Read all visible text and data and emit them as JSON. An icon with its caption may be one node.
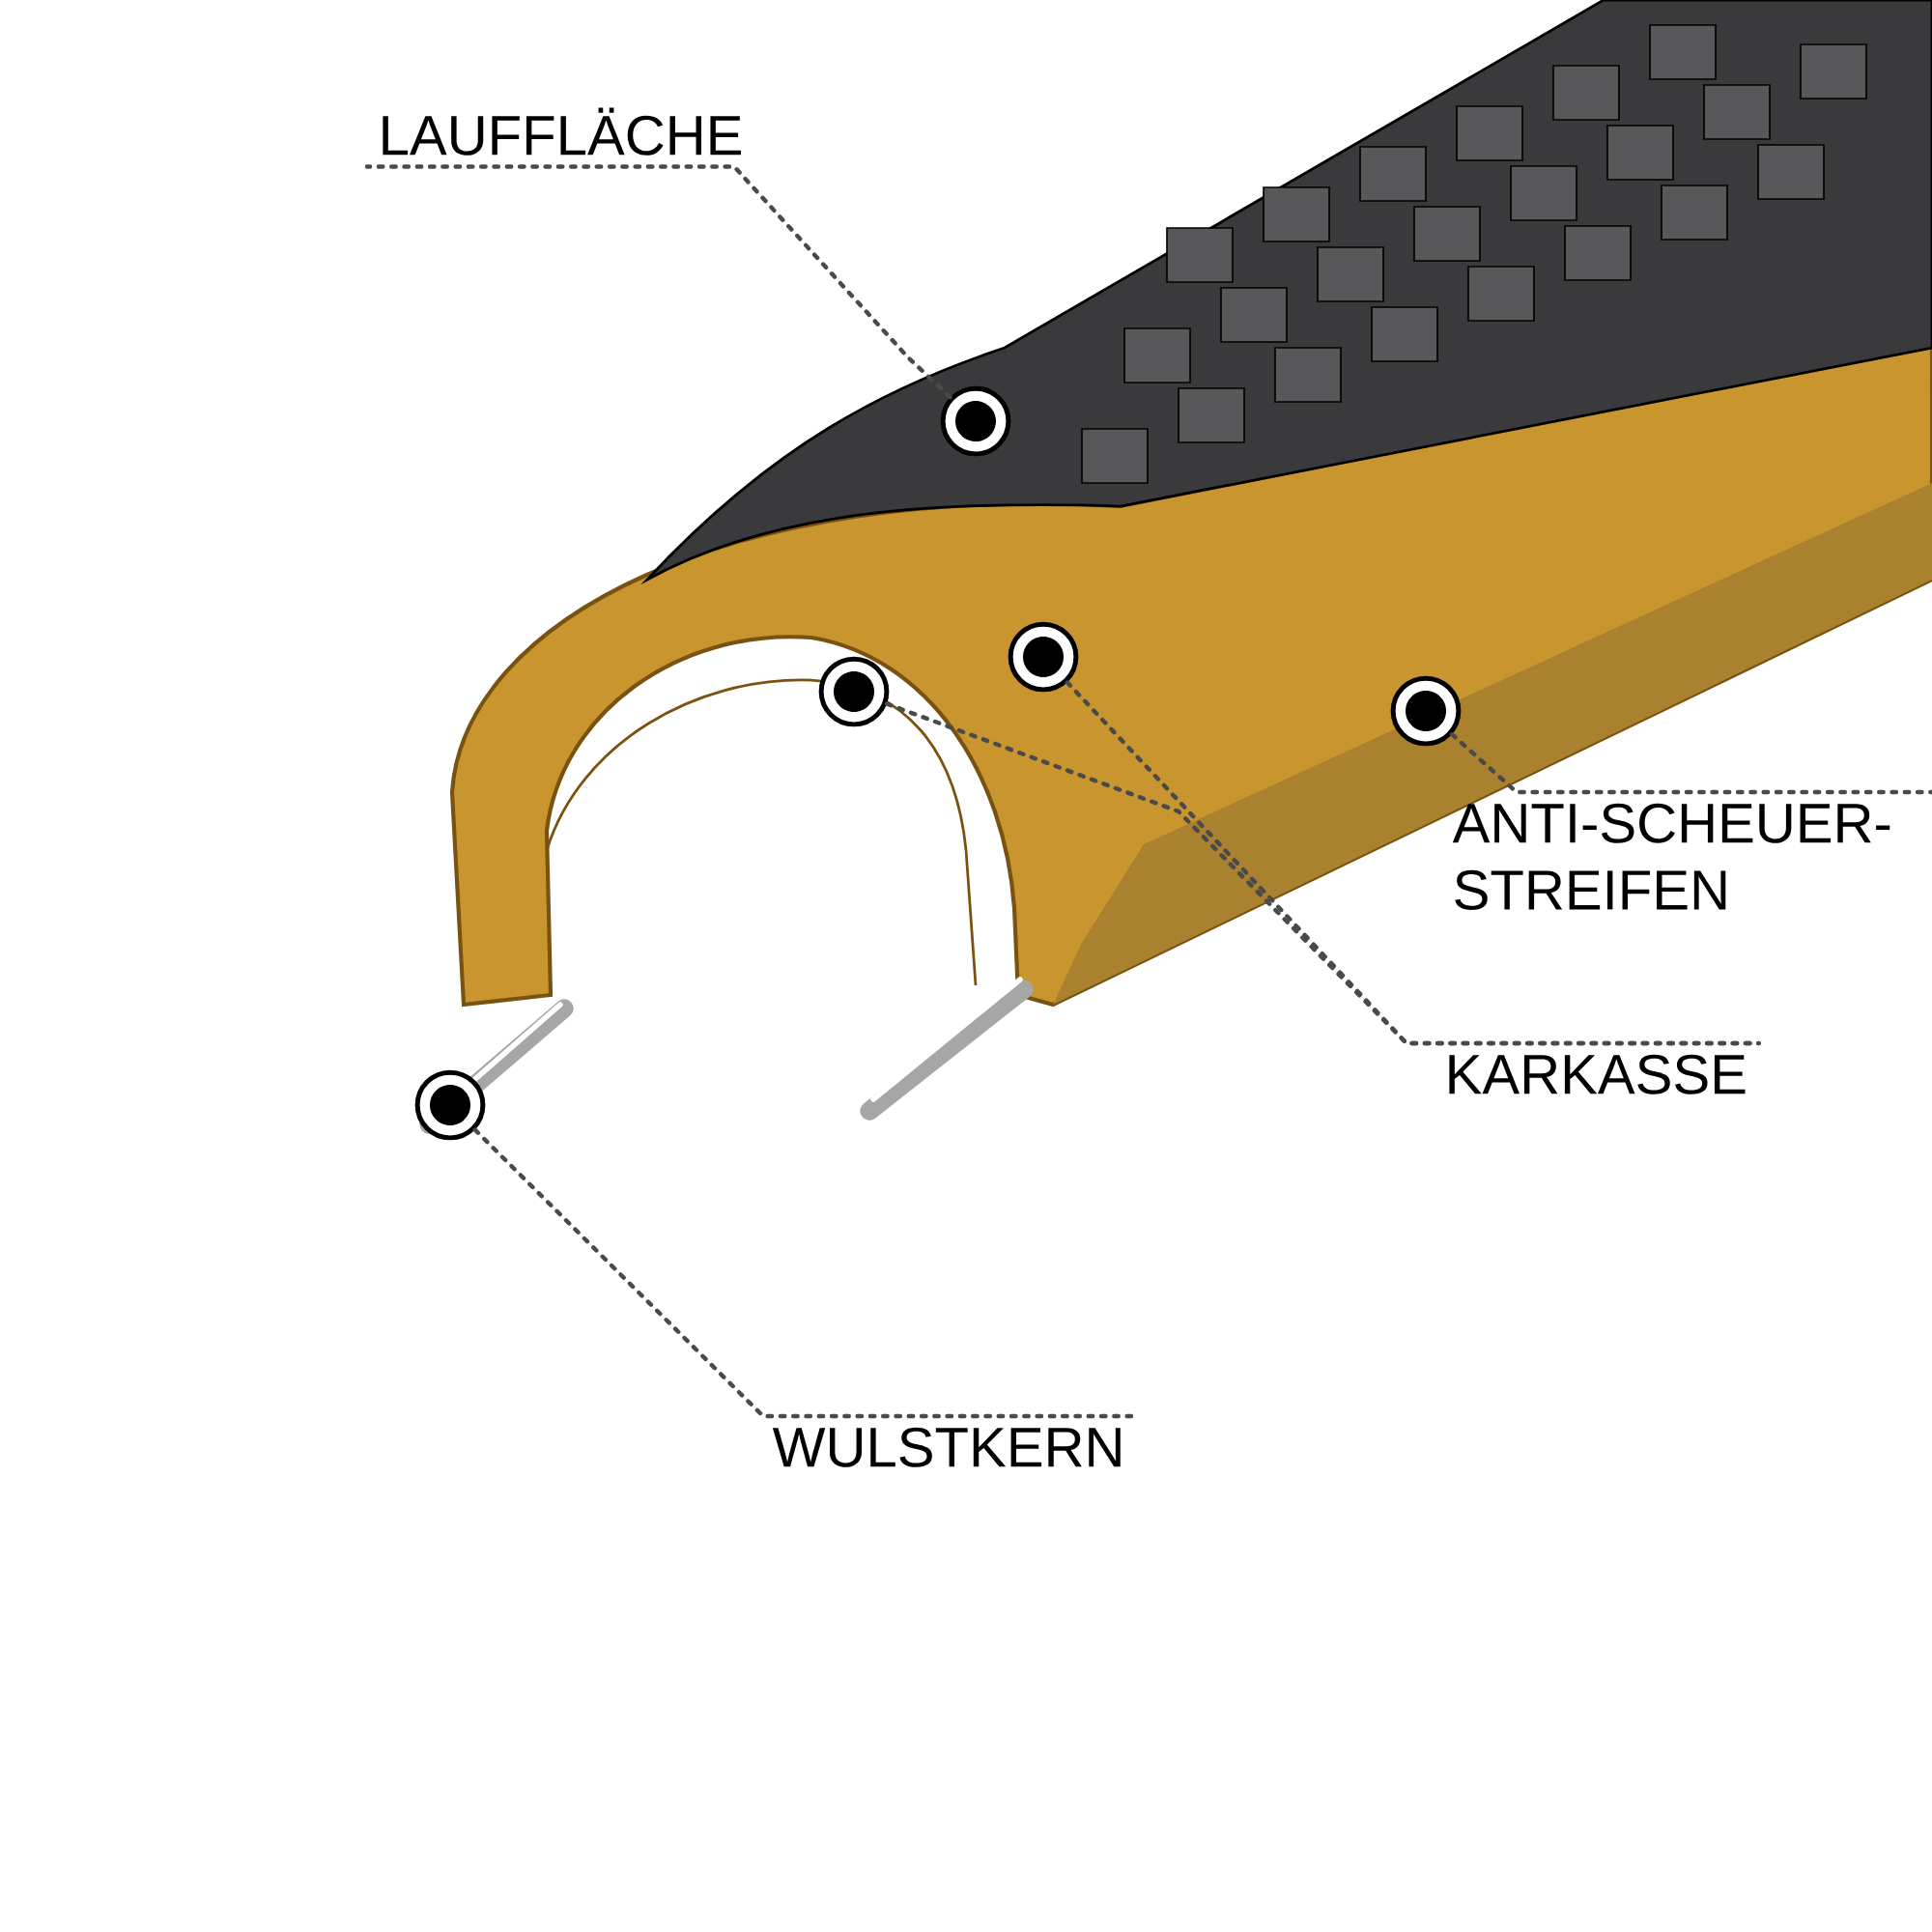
{
  "diagram": {
    "nodes": [
      {
        "text": [
          "LAUFFLÄCHE"
        ]
      },
      {
        "text": [
          "ANTI-SCHEUER- STREIFEN"
        ]
      },
      {
        "text": [
          "KARKASSE"
        ]
      },
      {
        "text": [
          "WULSTKERN"
        ]
      },
      {
        "text": [],
        "shape": "circle"
      },
      {
        "text": [],
        "shape": "circle"
      },
      {
        "text": [],
        "shape": "circle"
      },
      {
        "text": [],
        "shape": "circle"
      },
      {
        "text": [],
        "shape": "circle"
      }
    ],
    "edges": [
      {
        "from": 6,
        "to": 0,
        "arrow": "none"
      },
      {
        "from": 8,
        "to": 1,
        "arrow": "none"
      },
      {
        "from": 7,
        "to": 2,
        "arrow": "none"
      },
      {
        "from": 5,
        "to": 2,
        "arrow": "none"
      },
      {
        "from": 4,
        "to": 3,
        "arrow": "none"
      }
    ]
  }
}
